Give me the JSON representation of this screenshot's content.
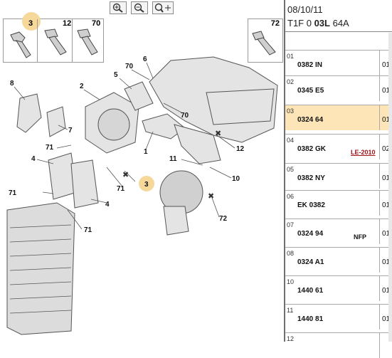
{
  "toolbar": {
    "zoom_in": "zoom-in",
    "zoom_out": "zoom-out",
    "zoom_fit": "zoom-move"
  },
  "thumbs": [
    {
      "num": "3"
    },
    {
      "num": "12"
    },
    {
      "num": "70"
    },
    {
      "num": "72"
    }
  ],
  "callouts": [
    "8",
    "7",
    "2",
    "5",
    "70",
    "6",
    "70",
    "1",
    "12",
    "71",
    "4",
    "71",
    "3",
    "11",
    "10",
    "4",
    "71",
    "71",
    "72"
  ],
  "header": {
    "date": "08/10/11",
    "ref_a": "T1F 0 ",
    "ref_b": "03L",
    "ref_c": " 64A"
  },
  "rows": [
    {
      "idx": "01",
      "part": "0382 IN",
      "qty": "01",
      "note": ""
    },
    {
      "idx": "02",
      "part": "0345 E5",
      "qty": "01",
      "note": ""
    },
    {
      "idx": "03",
      "part": "0324 64",
      "qty": "01",
      "note": "",
      "selected": true
    },
    {
      "idx": "04",
      "part": "0382 GK",
      "qty": "02",
      "note": "LE-2010",
      "note_style": "red"
    },
    {
      "idx": "05",
      "part": "0382 NY",
      "qty": "01",
      "note": ""
    },
    {
      "idx": "06",
      "part": "EK 0382",
      "qty": "01",
      "note": ""
    },
    {
      "idx": "07",
      "part": "0324 94",
      "qty": "01",
      "note": "NFP"
    },
    {
      "idx": "08",
      "part": "0324 A1",
      "qty": "01",
      "note": ""
    },
    {
      "idx": "10",
      "part": "1440 61",
      "qty": "01",
      "note": ""
    },
    {
      "idx": "11",
      "part": "1440 81",
      "qty": "01",
      "note": ""
    },
    {
      "idx": "12",
      "part": "",
      "qty": "",
      "note": ""
    }
  ]
}
